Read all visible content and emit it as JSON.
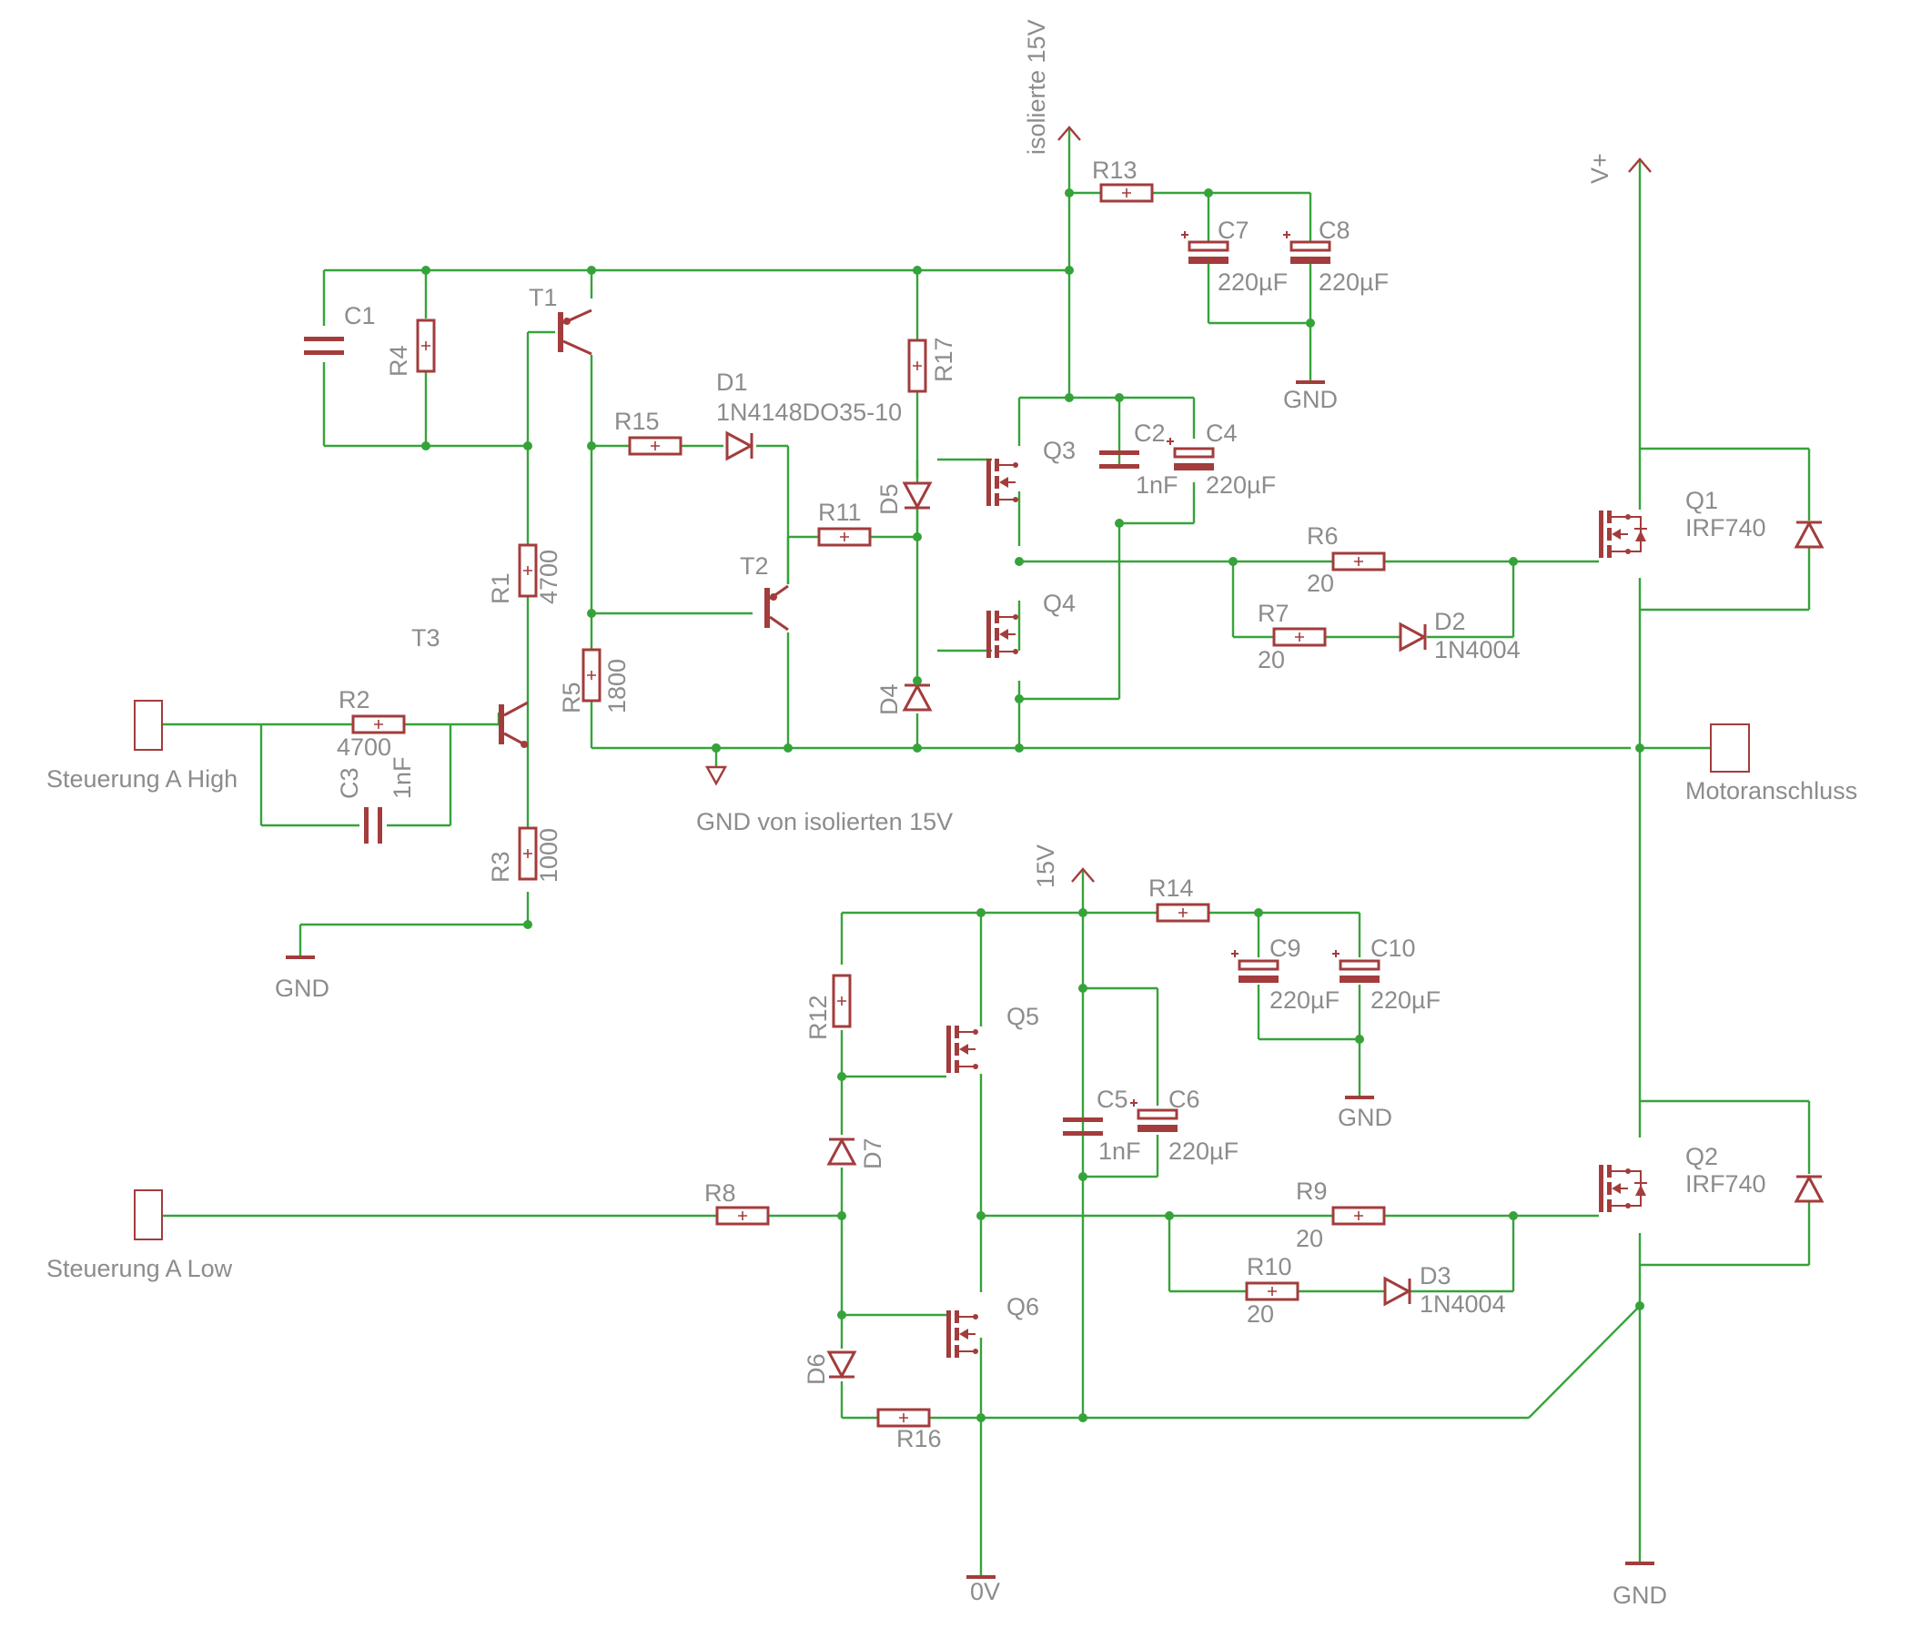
{
  "colors": {
    "wire": "#36a33a",
    "part": "#a33c3c",
    "junction": "#36a33a",
    "text": "#8c8c8c",
    "background": "#ffffff"
  },
  "labels": {
    "T1": "T1",
    "T2": "T2",
    "T3": "T3",
    "C1": "C1",
    "R4": "R4",
    "R1": "R1",
    "R1_val": "4700",
    "R2": "R2",
    "R2_val": "4700",
    "C3": "C3",
    "C3_val": "1nF",
    "R3": "R3",
    "R3_val": "1000",
    "R5": "R5",
    "R5_val": "1800",
    "R15": "R15",
    "D1": "D1",
    "D1_val": "1N4148DO35-10",
    "R11": "R11",
    "R17": "R17",
    "D5": "D5",
    "D4": "D4",
    "Q3": "Q3",
    "Q4": "Q4",
    "C2": "C2",
    "C2_val": "1nF",
    "C4": "C4",
    "C4_val": "220µF",
    "R13": "R13",
    "C7": "C7",
    "C7_val": "220µF",
    "C8": "C8",
    "C8_val": "220µF",
    "R6": "R6",
    "R6_val": "20",
    "R7": "R7",
    "R7_val": "20",
    "D2": "D2",
    "D2_val": "1N4004",
    "Q1": "Q1",
    "Q1_val": "IRF740",
    "R12": "R12",
    "Q5": "Q5",
    "Q6": "Q6",
    "D7": "D7",
    "D6": "D6",
    "R8": "R8",
    "R14": "R14",
    "C9": "C9",
    "C9_val": "220µF",
    "C10": "C10",
    "C10_val": "220µF",
    "C5": "C5",
    "C5_val": "1nF",
    "C6": "C6",
    "C6_val": "220µF",
    "R9": "R9",
    "R9_val": "20",
    "R10": "R10",
    "R10_val": "20",
    "D3": "D3",
    "D3_val": "1N4004",
    "Q2": "Q2",
    "Q2_val": "IRF740",
    "R16": "R16"
  },
  "nets": {
    "iso15": "isolierte 15V",
    "gnd_iso": "GND von isolierten 15V",
    "gnd": "GND",
    "v15": "15V",
    "vplus": "V+",
    "zero_v": "0V"
  },
  "connectors": {
    "high": "Steuerung  A High",
    "low": "Steuerung  A Low",
    "motor": "Motoranschluss"
  }
}
